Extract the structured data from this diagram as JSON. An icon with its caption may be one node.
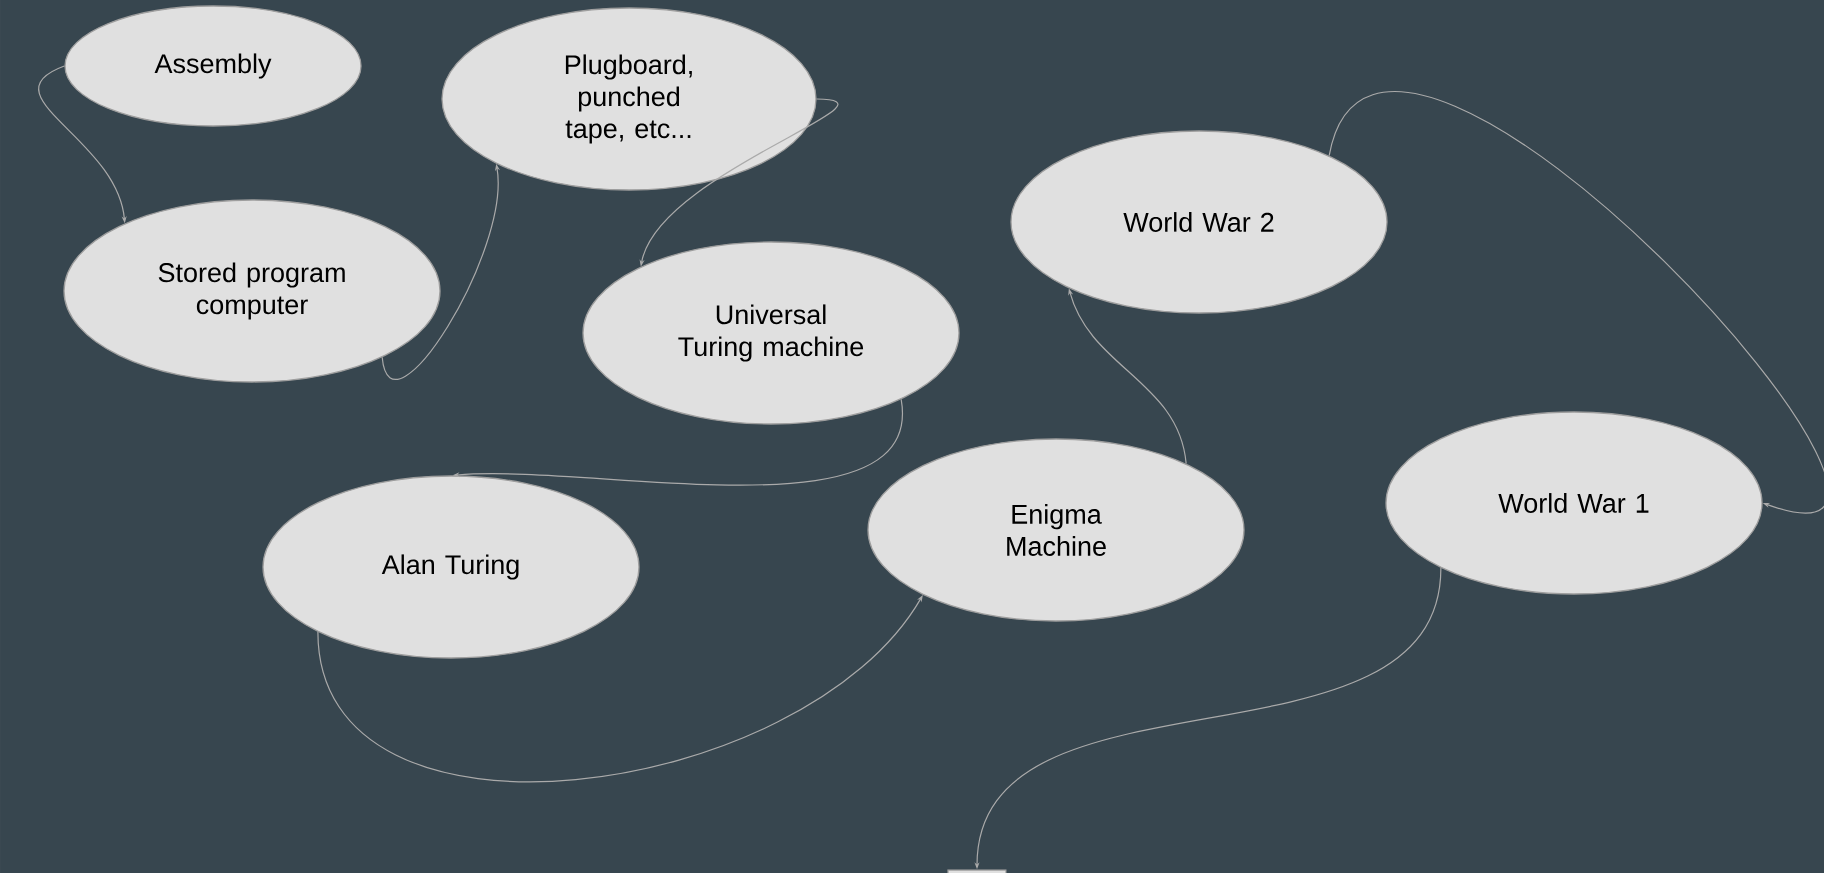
{
  "diagram": {
    "nodes": [
      {
        "text": [
          "Assembly"
        ]
      },
      {
        "text": [
          "Plugboard, punched tape, etc..."
        ]
      },
      {
        "text": [
          "Stored program computer"
        ]
      },
      {
        "text": [
          "World War 2"
        ]
      },
      {
        "text": [
          "Universal Turing machine"
        ]
      },
      {
        "text": [
          "World War 1"
        ]
      },
      {
        "text": [
          "Enigma Machine"
        ]
      },
      {
        "text": [
          "Alan Turing"
        ]
      },
      {
        "text": [],
        "shape": "box"
      }
    ],
    "edges": [
      {
        "from": 0,
        "to": 2,
        "arrow": "to"
      },
      {
        "from": 2,
        "to": 1,
        "arrow": "to"
      },
      {
        "from": 1,
        "to": 4,
        "arrow": "to"
      },
      {
        "from": 4,
        "to": 7,
        "arrow": "to"
      },
      {
        "from": 7,
        "to": 6,
        "arrow": "to"
      },
      {
        "from": 6,
        "to": 3,
        "arrow": "to"
      },
      {
        "from": 3,
        "to": 5,
        "arrow": "to"
      },
      {
        "from": 5,
        "to": 8,
        "arrow": "to"
      }
    ]
  }
}
